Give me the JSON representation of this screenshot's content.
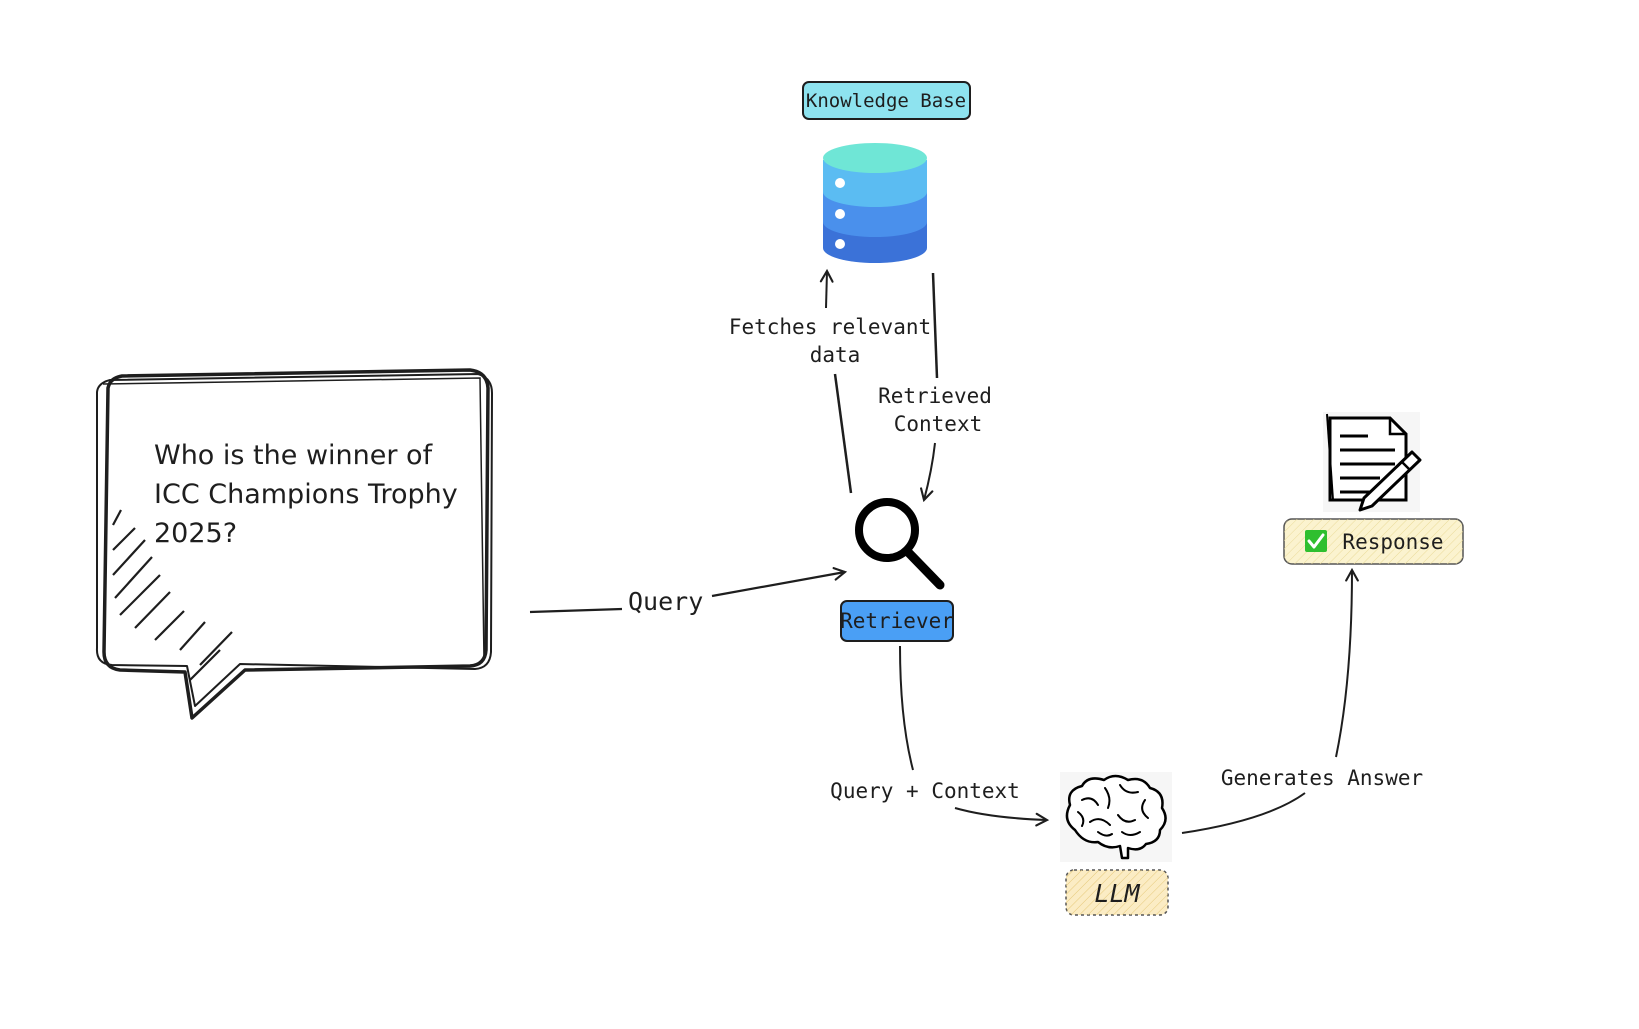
{
  "question": {
    "line1": "Who is the winner of",
    "line2": "ICC Champions Trophy",
    "line3": "2025?"
  },
  "nodes": {
    "knowledge_base": "Knowledge Base",
    "retriever": "Retriever",
    "llm": "LLM",
    "response": "Response"
  },
  "edges": {
    "query": "Query",
    "fetches_line1": "Fetches relevant",
    "fetches_line2": "data",
    "retrieved_line1": "Retrieved",
    "retrieved_line2": "Context",
    "query_context": "Query + Context",
    "generates_answer": "Generates Answer"
  },
  "colors": {
    "knowledge_base_fill": "#8ee3ef",
    "retriever_fill": "#4a9ff5",
    "llm_fill": "#fbecc4",
    "response_fill": "#fbf3cf",
    "db_top": "#6fe6d6",
    "db_layer1": "#5bbcf2",
    "db_layer2": "#4a90ec",
    "db_layer3": "#3b72d8",
    "checkmark_green": "#2fbf2f"
  },
  "icons": {
    "database": "database-icon",
    "retriever": "magnifier-icon",
    "llm": "brain-icon",
    "response": "document-pen-icon",
    "check": "check-box-icon"
  }
}
